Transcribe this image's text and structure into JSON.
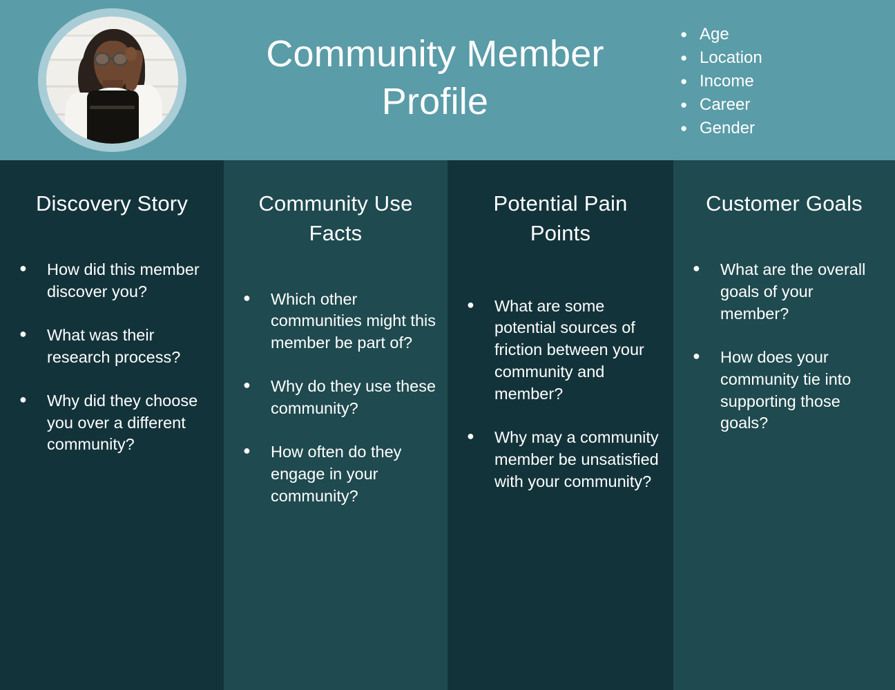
{
  "header": {
    "title": "Community Member Profile",
    "avatar_alt": "community member portrait",
    "bullet_glyph": "●",
    "demographics": [
      {
        "label": "Age"
      },
      {
        "label": "Location"
      },
      {
        "label": "Income"
      },
      {
        "label": "Career"
      },
      {
        "label": "Gender"
      }
    ]
  },
  "colors": {
    "header_teal": "#5a9ca8",
    "avatar_ring": "#a8cdd6",
    "column_dark": "#13333a",
    "column_light": "#1f4a4f",
    "text": "#ffffff"
  },
  "columns": [
    {
      "title": "Discovery Story",
      "items": [
        {
          "text": "How did this member discover you?"
        },
        {
          "text": "What was their research process?"
        },
        {
          "text": "Why did they choose you over a different community?"
        }
      ]
    },
    {
      "title": "Community Use Facts",
      "items": [
        {
          "text": "Which other communities might this member be part of?"
        },
        {
          "text": "Why do they use these community?"
        },
        {
          "text": "How often do they engage in your community?"
        }
      ]
    },
    {
      "title": "Potential Pain Points",
      "items": [
        {
          "text": "What are some potential sources of friction between your community and member?"
        },
        {
          "text": "Why may a community member be unsatisfied with your community?"
        }
      ]
    },
    {
      "title": "Customer Goals",
      "items": [
        {
          "text": "What are the overall goals of your member?"
        },
        {
          "text": "How does your community tie into supporting those goals?"
        }
      ]
    }
  ]
}
